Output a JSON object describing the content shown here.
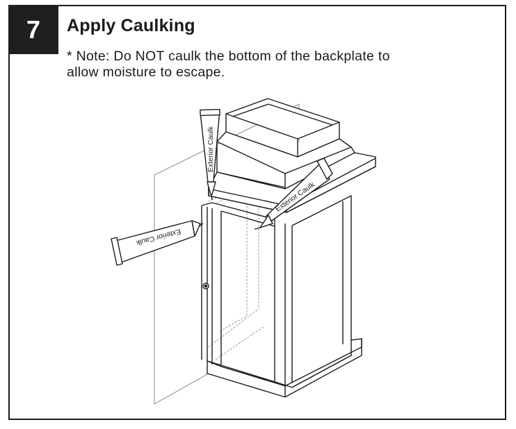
{
  "step": {
    "number": "7",
    "title": "Apply Caulking",
    "note_line1": "* Note: Do NOT caulk the bottom of the backplate to",
    "note_line2": "allow moisture to escape."
  },
  "illustration": {
    "tube_top_label": "Exterior Caulk",
    "tube_right_label": "Exterior Caulk",
    "tube_left_label": "Exterior Caulk"
  }
}
